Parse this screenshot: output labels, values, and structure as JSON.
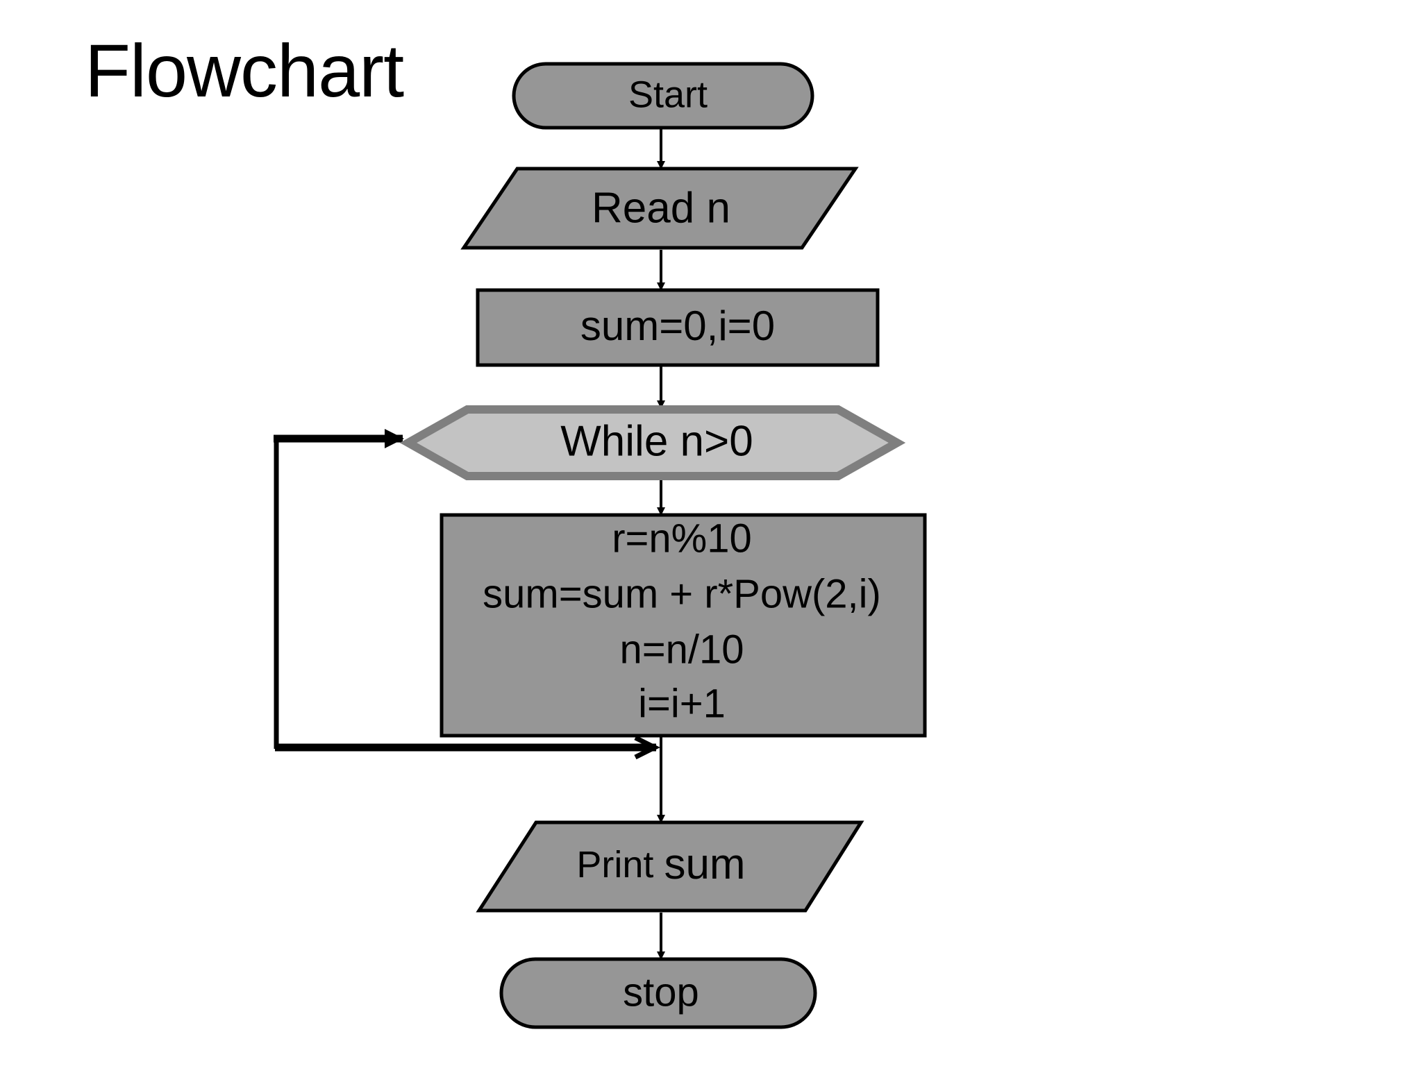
{
  "page": {
    "title": "Flowchart",
    "background_color": "#ffffff"
  },
  "colors": {
    "shape_fill": "#969696",
    "shape_stroke": "#000000",
    "decision_fill": "#c3c3c3",
    "decision_stroke": "#7f7f7f",
    "connector": "#000000",
    "text": "#000000"
  },
  "chart_data": {
    "type": "diagram",
    "diagram_kind": "flowchart",
    "title": "Flowchart",
    "orientation": "top-to-bottom",
    "nodes": [
      {
        "id": "start",
        "shape": "terminator",
        "label": "Start"
      },
      {
        "id": "read",
        "shape": "parallelogram",
        "label": "Read n"
      },
      {
        "id": "init",
        "shape": "rectangle",
        "label": "sum=0,i=0"
      },
      {
        "id": "while",
        "shape": "hexagon",
        "label": "While  n>0"
      },
      {
        "id": "body",
        "shape": "rectangle",
        "label": "r=n%10\nsum=sum + r*Pow(2,i)\nn=n/10\ni=i+1"
      },
      {
        "id": "print",
        "shape": "parallelogram",
        "label": "Print sum"
      },
      {
        "id": "stop",
        "shape": "terminator",
        "label": "stop"
      }
    ],
    "edges": [
      {
        "from": "start",
        "to": "read",
        "label": "",
        "style": "straight-arrow"
      },
      {
        "from": "read",
        "to": "init",
        "label": "",
        "style": "straight-arrow"
      },
      {
        "from": "init",
        "to": "while",
        "label": "",
        "style": "straight-arrow"
      },
      {
        "from": "while",
        "to": "body",
        "label": "",
        "style": "straight-arrow"
      },
      {
        "from": "body",
        "to": "while",
        "label": "",
        "style": "loop-back-left"
      },
      {
        "from": "body",
        "to": "print",
        "label": "",
        "style": "straight-arrow"
      },
      {
        "from": "print",
        "to": "stop",
        "label": "",
        "style": "straight-arrow"
      }
    ]
  },
  "nodes": {
    "start": {
      "label": "Start"
    },
    "read": {
      "label": "Read n"
    },
    "init": {
      "label": "sum=0,i=0"
    },
    "while": {
      "label": "While  n>0"
    },
    "body": {
      "line1": "r=n%10",
      "line2": "sum=sum + r*Pow(2,i)",
      "line3": "n=n/10",
      "line4": "i=i+1"
    },
    "print": {
      "label_prefix": "Print ",
      "label_emphasis": "sum"
    },
    "stop": {
      "label": "stop"
    }
  }
}
